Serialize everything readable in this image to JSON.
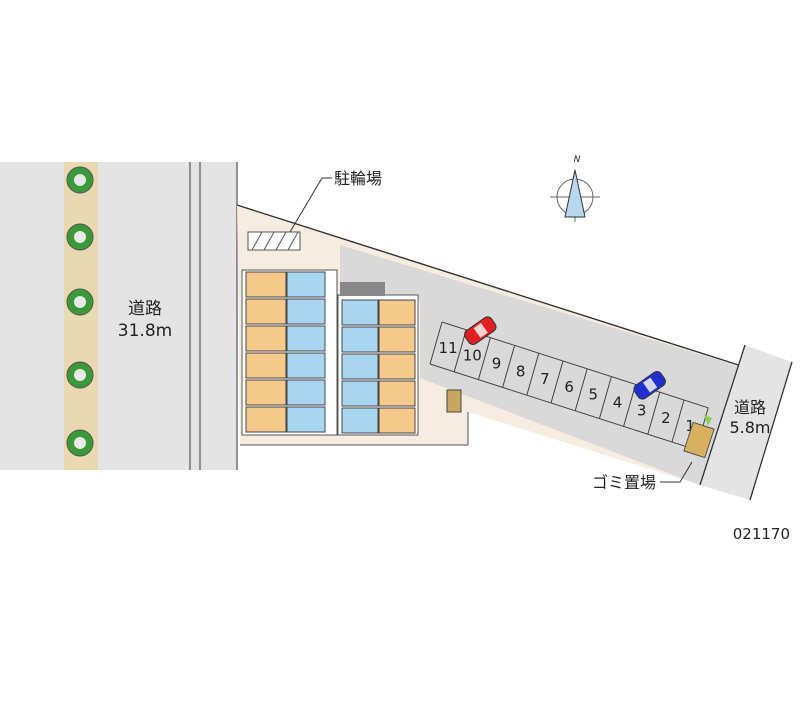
{
  "labels": {
    "main_road": "道路",
    "main_road_width": "31.8m",
    "side_road": "道路",
    "side_road_width": "5.8m",
    "bicycle_parking": "駐輪場",
    "garbage_area": "ゴミ置場",
    "property_code": "021170",
    "compass_north": "N"
  },
  "parking_spaces": [
    "1",
    "2",
    "3",
    "4",
    "5",
    "6",
    "7",
    "8",
    "9",
    "10",
    "11"
  ],
  "cars": [
    {
      "space": "10",
      "color": "#e02020"
    },
    {
      "space": "3",
      "color": "#2030d0"
    }
  ],
  "colors": {
    "road": "#e4e4e4",
    "lot": "#d9d9d9",
    "site": "#f7ece0",
    "unit": "#f5c98a",
    "bath": "#a9d6ef",
    "tree": "#3a9a3a",
    "sidewalk": "#ead9b0"
  }
}
